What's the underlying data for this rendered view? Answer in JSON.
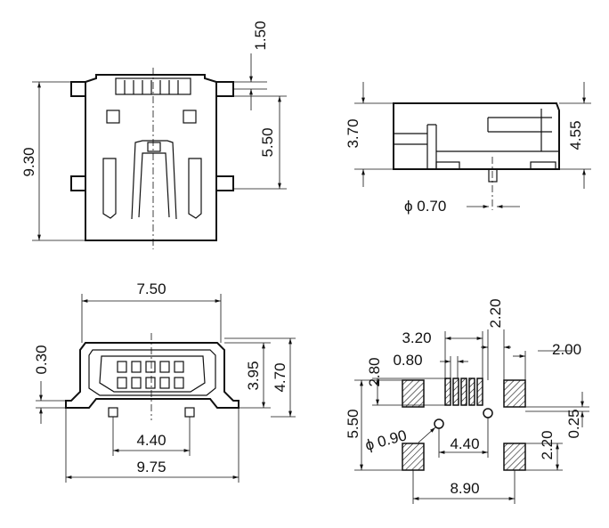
{
  "top_view": {
    "dim_top": "1.50",
    "dim_height": "9.30",
    "dim_pitch": "5.50"
  },
  "side_view": {
    "dim_left": "3.70",
    "dim_right": "4.55",
    "dim_pin": "ϕ 0.70"
  },
  "front_view": {
    "dim_top_width": "7.50",
    "dim_thickness": "0.30",
    "dim_inner_height": "3.95",
    "dim_outer_height": "4.70",
    "dim_inner_width": "4.40",
    "dim_outer_width": "9.75"
  },
  "footprint": {
    "dim_pad_span": "3.20",
    "dim_pad_h": "2.20",
    "dim_pad_w": "2.00",
    "dim_signal_h": "2.80",
    "dim_pitch": "0.80",
    "dim_left": "5.50",
    "dim_hole": "ϕ 0.90",
    "dim_holes_span": "4.40",
    "dim_lower_pad": "2.20",
    "dim_gap": "0.25",
    "dim_total": "8.90"
  }
}
